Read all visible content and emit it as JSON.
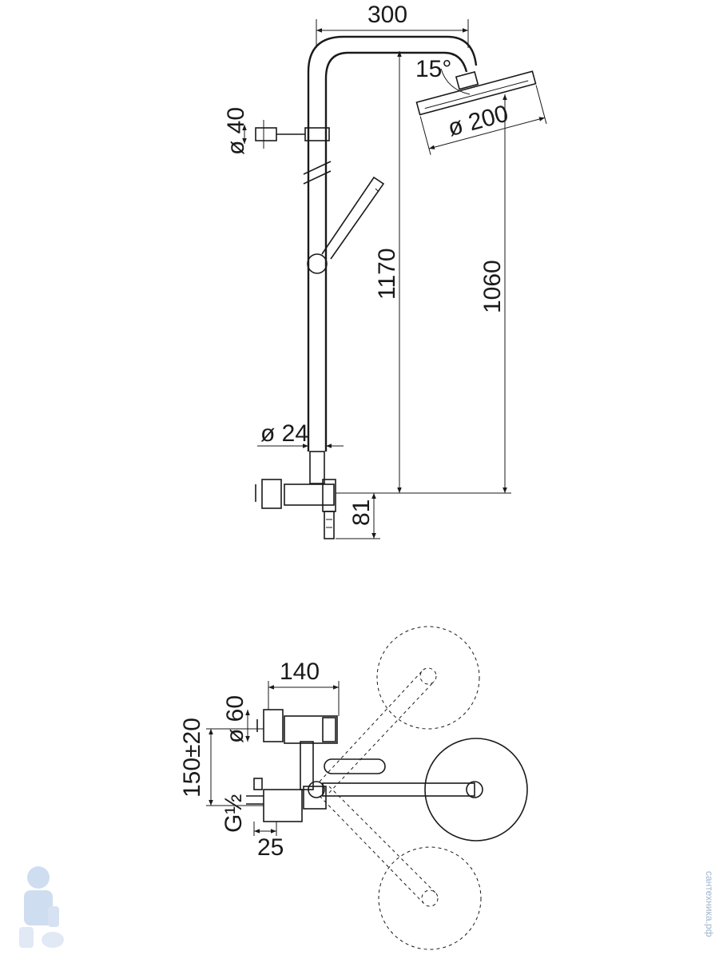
{
  "side_view": {
    "dim_width": "300",
    "dim_tilt": "15°",
    "dim_head_diameter": "ø 200",
    "dim_holder_diameter": "ø 40",
    "dim_total_height": "1170",
    "dim_head_height": "1060",
    "dim_pipe_diameter": "ø 24",
    "dim_mixer_height": "81"
  },
  "top_view": {
    "dim_mixer_length": "140",
    "dim_knob_diameter": "ø 60",
    "dim_centers": "150±20",
    "dim_connection": "G½",
    "dim_offset": "25"
  },
  "watermark": {
    "site": "сантехника.рф",
    "icon": "plumber-mascot-icon"
  }
}
